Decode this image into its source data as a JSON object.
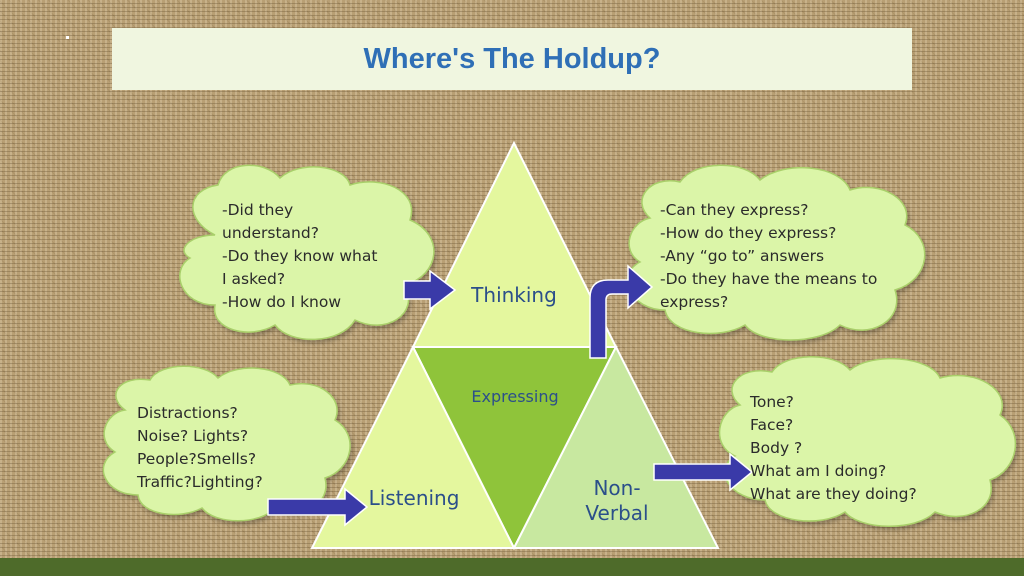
{
  "title": "Where's The Holdup?",
  "colors": {
    "title_text": "#2f6fb6",
    "title_bg": "#f0f6e0",
    "cloud_fill": "#dbf5a8",
    "triangle_light": "#e4f79e",
    "triangle_mid": "#8fc43a",
    "triangle_pale": "#c8e8a0",
    "arrow": "#3a3aa8",
    "bottom_bar": "#4e6b2a"
  },
  "triangles": {
    "top": "Thinking",
    "middle": "Expressing",
    "left": "Listening",
    "right_line1": "Non-",
    "right_line2": "Verbal"
  },
  "clouds": {
    "thinking": {
      "lines": [
        "-Did they",
        "understand?",
        "-Do they know what",
        "I asked?",
        "-How do I know"
      ]
    },
    "expressing": {
      "lines": [
        "-Can they express?",
        "-How do they express?",
        "-Any “go to” answers",
        "-Do they have the means to",
        "express?"
      ]
    },
    "listening": {
      "lines": [
        "Distractions?",
        "Noise? Lights?",
        "People?Smells?",
        "Traffic?Lighting?"
      ]
    },
    "nonverbal": {
      "lines": [
        "Tone?",
        "Face?",
        "Body ?",
        "What am I doing?",
        "What are they doing?"
      ]
    }
  }
}
